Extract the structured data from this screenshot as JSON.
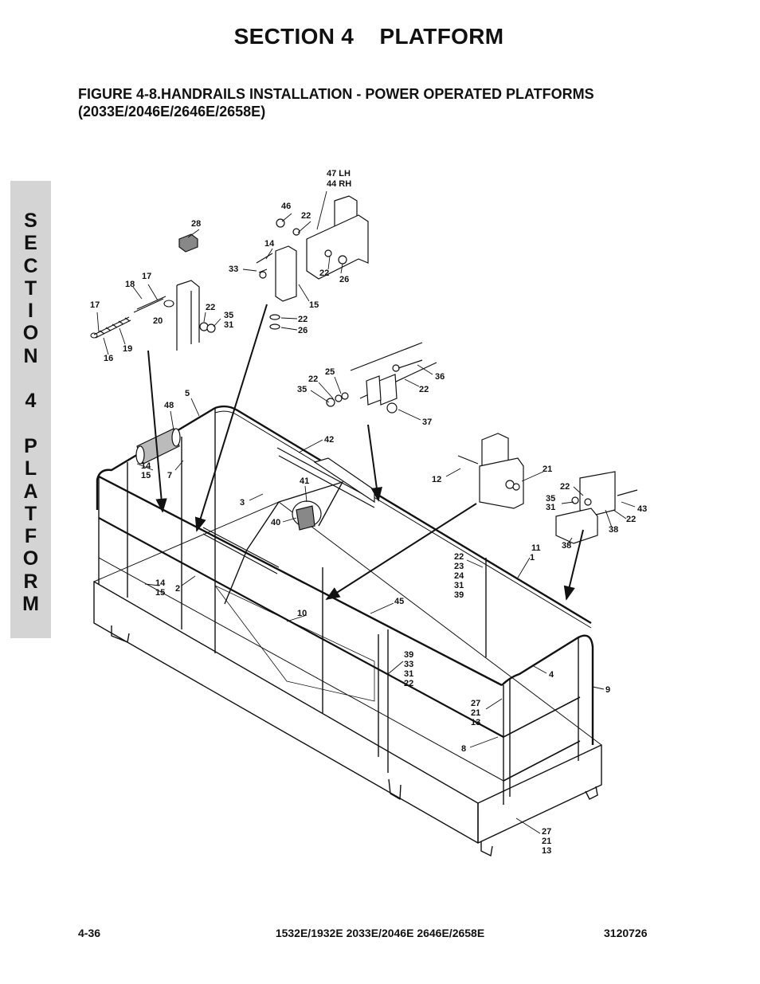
{
  "header": {
    "section_title": "SECTION 4    PLATFORM",
    "figure_title_line1": "FIGURE 4-8.HANDRAILS INSTALLATION - POWER OPERATED PLATFORMS",
    "figure_title_line2": "(2033E/2046E/2646E/2658E)"
  },
  "side_tab": {
    "letters": [
      "S",
      "E",
      "C",
      "T",
      "I",
      "O",
      "N",
      "",
      "4",
      "",
      "P",
      "L",
      "A",
      "T",
      "F",
      "O",
      "R",
      "M"
    ]
  },
  "callouts": [
    {
      "id": "c01",
      "text": "47 LH"
    },
    {
      "id": "c02",
      "text": "44 RH"
    },
    {
      "id": "c03",
      "text": "46"
    },
    {
      "id": "c04",
      "text": "22"
    },
    {
      "id": "c05",
      "text": "28"
    },
    {
      "id": "c06",
      "text": "14"
    },
    {
      "id": "c07",
      "text": "33"
    },
    {
      "id": "c08",
      "text": "22"
    },
    {
      "id": "c09",
      "text": "26"
    },
    {
      "id": "c10",
      "text": "15"
    },
    {
      "id": "c11",
      "text": "17"
    },
    {
      "id": "c12",
      "text": "18"
    },
    {
      "id": "c13",
      "text": "17"
    },
    {
      "id": "c14",
      "text": "22"
    },
    {
      "id": "c15",
      "text": "35"
    },
    {
      "id": "c16",
      "text": "31"
    },
    {
      "id": "c17",
      "text": "20"
    },
    {
      "id": "c18",
      "text": "22"
    },
    {
      "id": "c19",
      "text": "26"
    },
    {
      "id": "c20",
      "text": "19"
    },
    {
      "id": "c21",
      "text": "16"
    },
    {
      "id": "c22",
      "text": "25"
    },
    {
      "id": "c23",
      "text": "36"
    },
    {
      "id": "c24",
      "text": "22"
    },
    {
      "id": "c25",
      "text": "35"
    },
    {
      "id": "c26",
      "text": "22"
    },
    {
      "id": "c27",
      "text": "37"
    },
    {
      "id": "c28",
      "text": "5"
    },
    {
      "id": "c29",
      "text": "48"
    },
    {
      "id": "c30",
      "text": "42"
    },
    {
      "id": "c31",
      "text": "14"
    },
    {
      "id": "c32",
      "text": "15"
    },
    {
      "id": "c33",
      "text": "7"
    },
    {
      "id": "c34",
      "text": "41"
    },
    {
      "id": "c35",
      "text": "3"
    },
    {
      "id": "c36",
      "text": "40"
    },
    {
      "id": "c37",
      "text": "12"
    },
    {
      "id": "c38",
      "text": "21"
    },
    {
      "id": "c39",
      "text": "22"
    },
    {
      "id": "c40",
      "text": "35"
    },
    {
      "id": "c41",
      "text": "31"
    },
    {
      "id": "c42",
      "text": "43"
    },
    {
      "id": "c43",
      "text": "22"
    },
    {
      "id": "c44",
      "text": "38"
    },
    {
      "id": "c45",
      "text": "38"
    },
    {
      "id": "c46",
      "text": "11"
    },
    {
      "id": "c47",
      "text": "1"
    },
    {
      "id": "c48",
      "text": "22"
    },
    {
      "id": "c49",
      "text": "23"
    },
    {
      "id": "c50",
      "text": "24"
    },
    {
      "id": "c51",
      "text": "31"
    },
    {
      "id": "c52",
      "text": "39"
    },
    {
      "id": "c53",
      "text": "14"
    },
    {
      "id": "c54",
      "text": "15"
    },
    {
      "id": "c55",
      "text": "2"
    },
    {
      "id": "c56",
      "text": "45"
    },
    {
      "id": "c57",
      "text": "10"
    },
    {
      "id": "c58",
      "text": "39"
    },
    {
      "id": "c59",
      "text": "33"
    },
    {
      "id": "c60",
      "text": "31"
    },
    {
      "id": "c61",
      "text": "22"
    },
    {
      "id": "c62",
      "text": "4"
    },
    {
      "id": "c63",
      "text": "9"
    },
    {
      "id": "c64",
      "text": "27"
    },
    {
      "id": "c65",
      "text": "21"
    },
    {
      "id": "c66",
      "text": "13"
    },
    {
      "id": "c67",
      "text": "8"
    },
    {
      "id": "c68",
      "text": "27"
    },
    {
      "id": "c69",
      "text": "21"
    },
    {
      "id": "c70",
      "text": "13"
    }
  ],
  "footer": {
    "page_number": "4-36",
    "models": "1532E/1932E 2033E/2046E 2646E/2658E",
    "doc_number": "3120726"
  }
}
